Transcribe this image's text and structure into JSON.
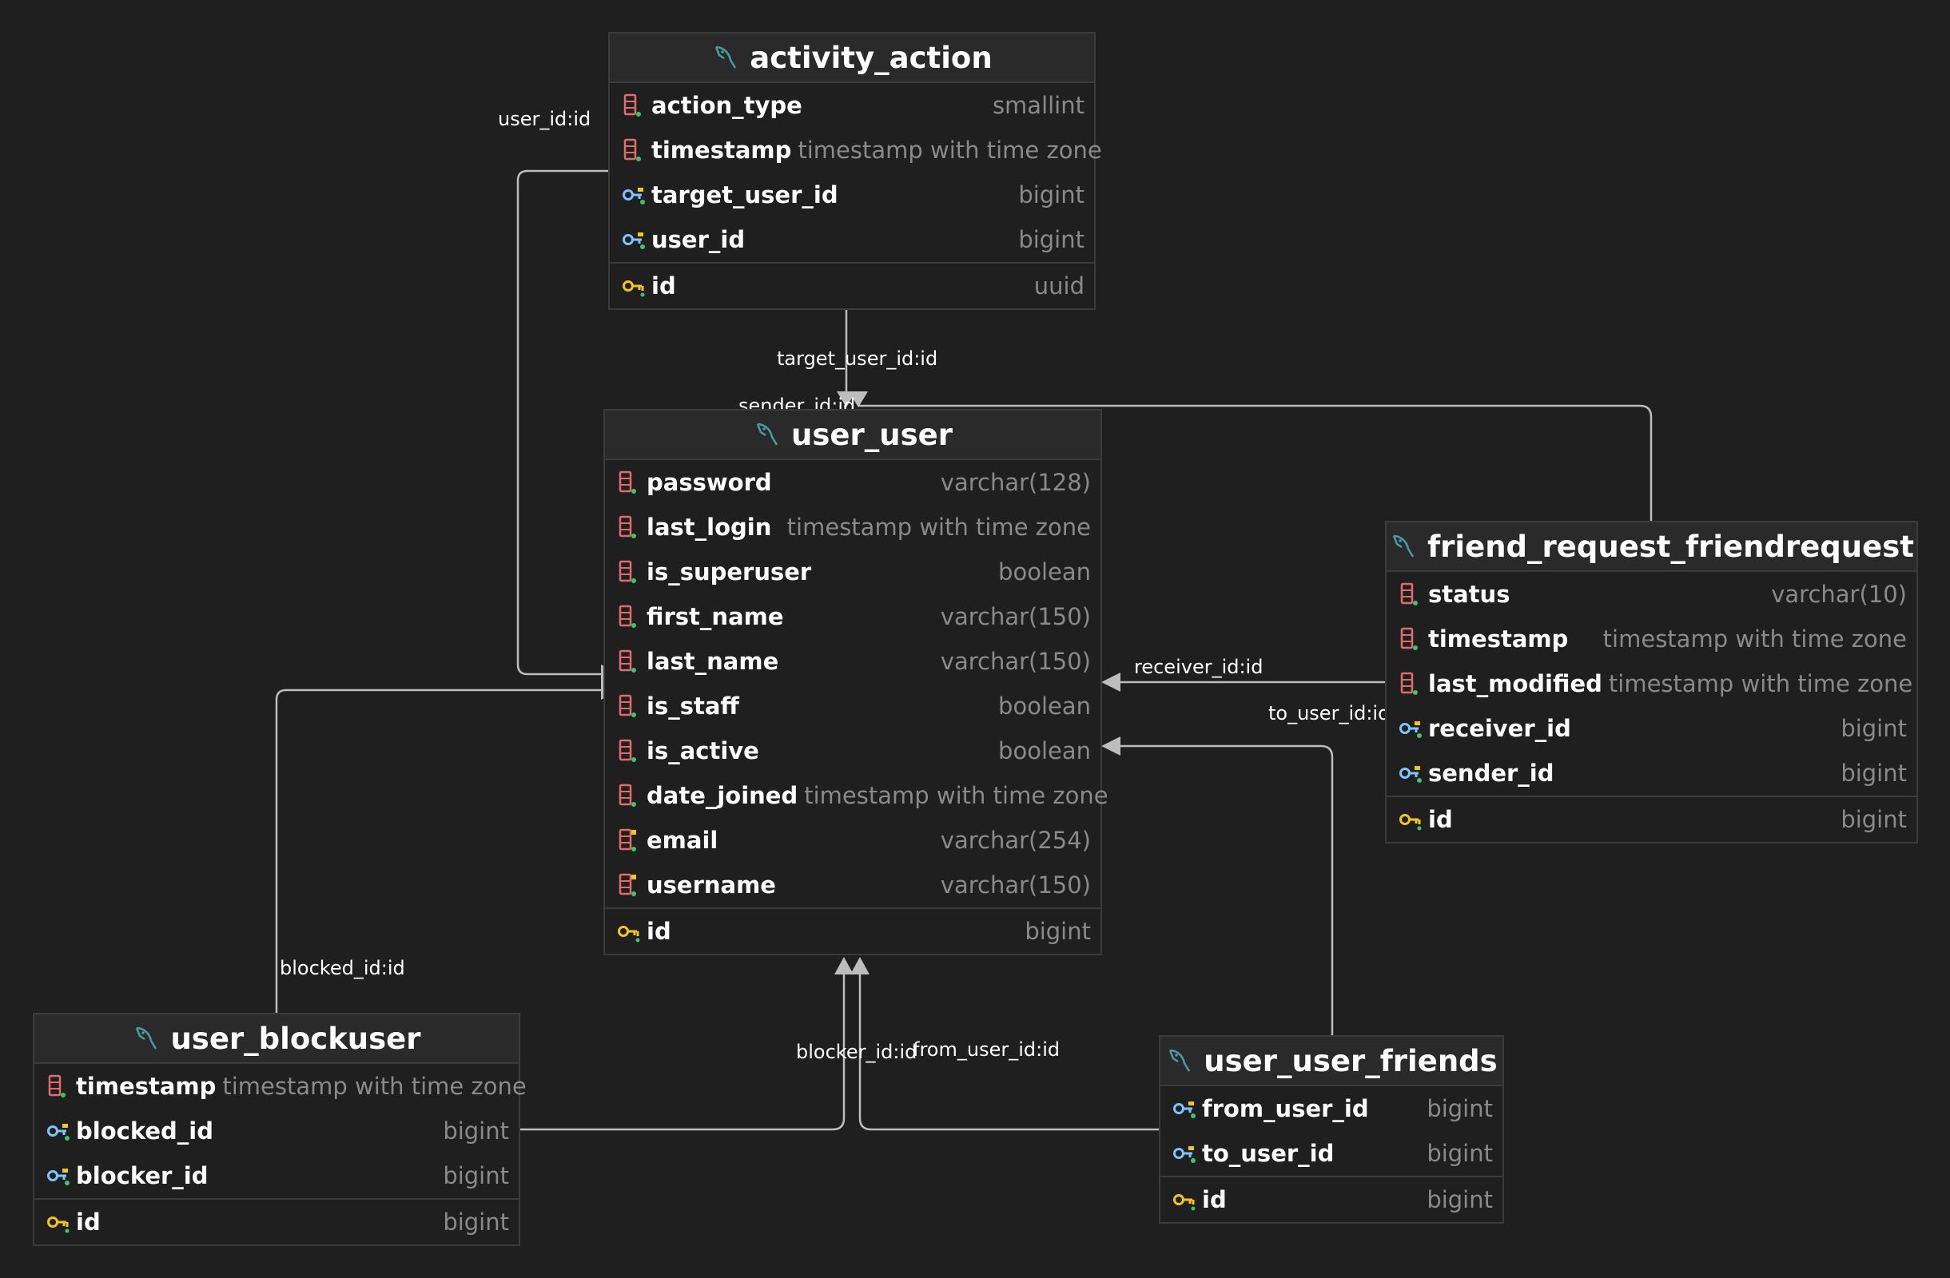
{
  "colors": {
    "background": "#1f1f1f",
    "header": "#2a2a2a",
    "border": "#3b3b3b",
    "edge": "#bdbdbd",
    "text": "#ffffff",
    "type_text": "#8a8a8a",
    "column_icon": "#e06c6c",
    "fk_icon": "#7cc4ff",
    "pk_icon": "#f5c518",
    "db_icon": "#4a9aa6"
  },
  "tables": {
    "activity_action": {
      "title": "activity_action",
      "columns": [
        {
          "name": "action_type",
          "type": "smallint",
          "icon": "column-icon"
        },
        {
          "name": "timestamp",
          "type": "timestamp with time zone",
          "icon": "column-icon"
        },
        {
          "name": "target_user_id",
          "type": "bigint",
          "icon": "foreign-key-icon"
        },
        {
          "name": "user_id",
          "type": "bigint",
          "icon": "foreign-key-icon"
        }
      ],
      "pk": {
        "name": "id",
        "type": "uuid",
        "icon": "primary-key-icon"
      }
    },
    "user_user": {
      "title": "user_user",
      "columns": [
        {
          "name": "password",
          "type": "varchar(128)",
          "icon": "column-icon"
        },
        {
          "name": "last_login",
          "type": "timestamp with time zone",
          "icon": "column-icon"
        },
        {
          "name": "is_superuser",
          "type": "boolean",
          "icon": "column-icon"
        },
        {
          "name": "first_name",
          "type": "varchar(150)",
          "icon": "column-icon"
        },
        {
          "name": "last_name",
          "type": "varchar(150)",
          "icon": "column-icon"
        },
        {
          "name": "is_staff",
          "type": "boolean",
          "icon": "column-icon"
        },
        {
          "name": "is_active",
          "type": "boolean",
          "icon": "column-icon"
        },
        {
          "name": "date_joined",
          "type": "timestamp with time zone",
          "icon": "column-icon"
        },
        {
          "name": "email",
          "type": "varchar(254)",
          "icon": "unique-column-icon"
        },
        {
          "name": "username",
          "type": "varchar(150)",
          "icon": "unique-column-icon"
        }
      ],
      "pk": {
        "name": "id",
        "type": "bigint",
        "icon": "primary-key-icon"
      }
    },
    "friend_request_friendrequest": {
      "title": "friend_request_friendrequest",
      "columns": [
        {
          "name": "status",
          "type": "varchar(10)",
          "icon": "column-icon"
        },
        {
          "name": "timestamp",
          "type": "timestamp with time zone",
          "icon": "column-icon"
        },
        {
          "name": "last_modified",
          "type": "timestamp with time zone",
          "icon": "column-icon"
        },
        {
          "name": "receiver_id",
          "type": "bigint",
          "icon": "foreign-key-icon"
        },
        {
          "name": "sender_id",
          "type": "bigint",
          "icon": "foreign-key-icon"
        }
      ],
      "pk": {
        "name": "id",
        "type": "bigint",
        "icon": "primary-key-icon"
      }
    },
    "user_blockuser": {
      "title": "user_blockuser",
      "columns": [
        {
          "name": "timestamp",
          "type": "timestamp with time zone",
          "icon": "column-icon"
        },
        {
          "name": "blocked_id",
          "type": "bigint",
          "icon": "foreign-key-icon"
        },
        {
          "name": "blocker_id",
          "type": "bigint",
          "icon": "foreign-key-icon"
        }
      ],
      "pk": {
        "name": "id",
        "type": "bigint",
        "icon": "primary-key-icon"
      }
    },
    "user_user_friends": {
      "title": "user_user_friends",
      "columns": [
        {
          "name": "from_user_id",
          "type": "bigint",
          "icon": "foreign-key-icon"
        },
        {
          "name": "to_user_id",
          "type": "bigint",
          "icon": "foreign-key-icon"
        }
      ],
      "pk": {
        "name": "id",
        "type": "bigint",
        "icon": "primary-key-icon"
      }
    }
  },
  "relations": {
    "user_id": "user_id:id",
    "target_user_id": "target_user_id:id",
    "sender_id": "sender_id:id",
    "receiver_id": "receiver_id:id",
    "to_user_id": "to_user_id:id",
    "blocked_id": "blocked_id:id",
    "blocker_id": "blocker_id:id",
    "from_user_id": "from_user_id:id"
  }
}
